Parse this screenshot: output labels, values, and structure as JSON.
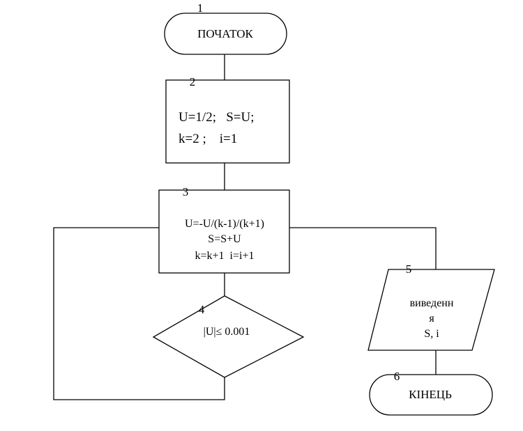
{
  "blocks": {
    "start": {
      "number": "1",
      "label": "ПОЧАТОК"
    },
    "init": {
      "number": "2",
      "line1": "U=1/2;   S=U;",
      "line2": "k=2 ;    i=1"
    },
    "compute": {
      "number": "3",
      "line1": "U=-U/(k-1)/(k+1)",
      "line2": "S=S+U",
      "line3": "k=k+1  i=i+1"
    },
    "condition": {
      "number": "4",
      "label": "|U|≤ 0.001"
    },
    "output": {
      "number": "5",
      "line1": "виведенн",
      "line2": "я",
      "line3": "S, i"
    },
    "end": {
      "number": "6",
      "label": "КІНЕЦЬ"
    }
  }
}
